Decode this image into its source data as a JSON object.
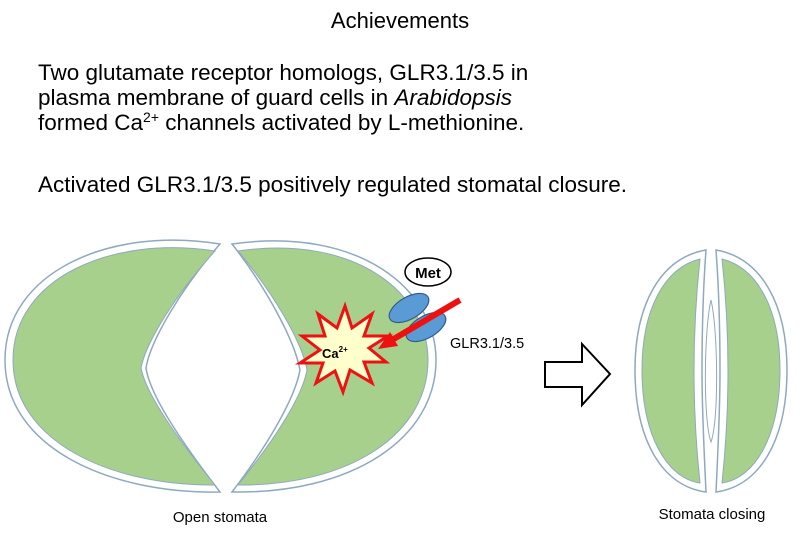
{
  "title": "Achievements",
  "paragraph1": {
    "line1": "Two glutamate receptor homologs, GLR3.1/3.5 in",
    "line2_start": "plasma membrane of guard cells in ",
    "line2_italic": "Arabidopsis",
    "line3_start": "formed Ca",
    "line3_sup": "2+",
    "line3_end": " channels activated by L-methionine."
  },
  "paragraph2": "Activated GLR3.1/3.5 positively regulated stomatal closure.",
  "diagram": {
    "met_label": "Met",
    "channel_label": "GLR3.1/3.5",
    "ca_label": "Ca",
    "ca_sup": "2+",
    "open_label": "Open stomata",
    "closing_label": "Stomata closing"
  },
  "colors": {
    "guard_cell_fill": "#a8d08d",
    "cell_outline": "#8ea9c0",
    "channel_fill": "#5b9bd5",
    "arrow_red": "#ee1111",
    "burst_fill": "#ffffcc",
    "burst_stroke": "#ee1111"
  }
}
